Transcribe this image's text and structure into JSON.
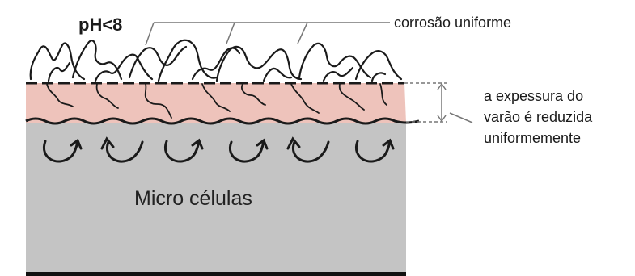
{
  "labels": {
    "ph": "pH<8",
    "uniform_corrosion": "corrosão uniforme",
    "thickness_note": "a expessura do\nvarão é reduzida\nuniformemente",
    "micro_cells": "Micro células"
  },
  "colors": {
    "steel": "#c4c4c4",
    "corroded_band": "#eec3bb",
    "ink": "#1a1a1a",
    "leader": "#777777"
  }
}
